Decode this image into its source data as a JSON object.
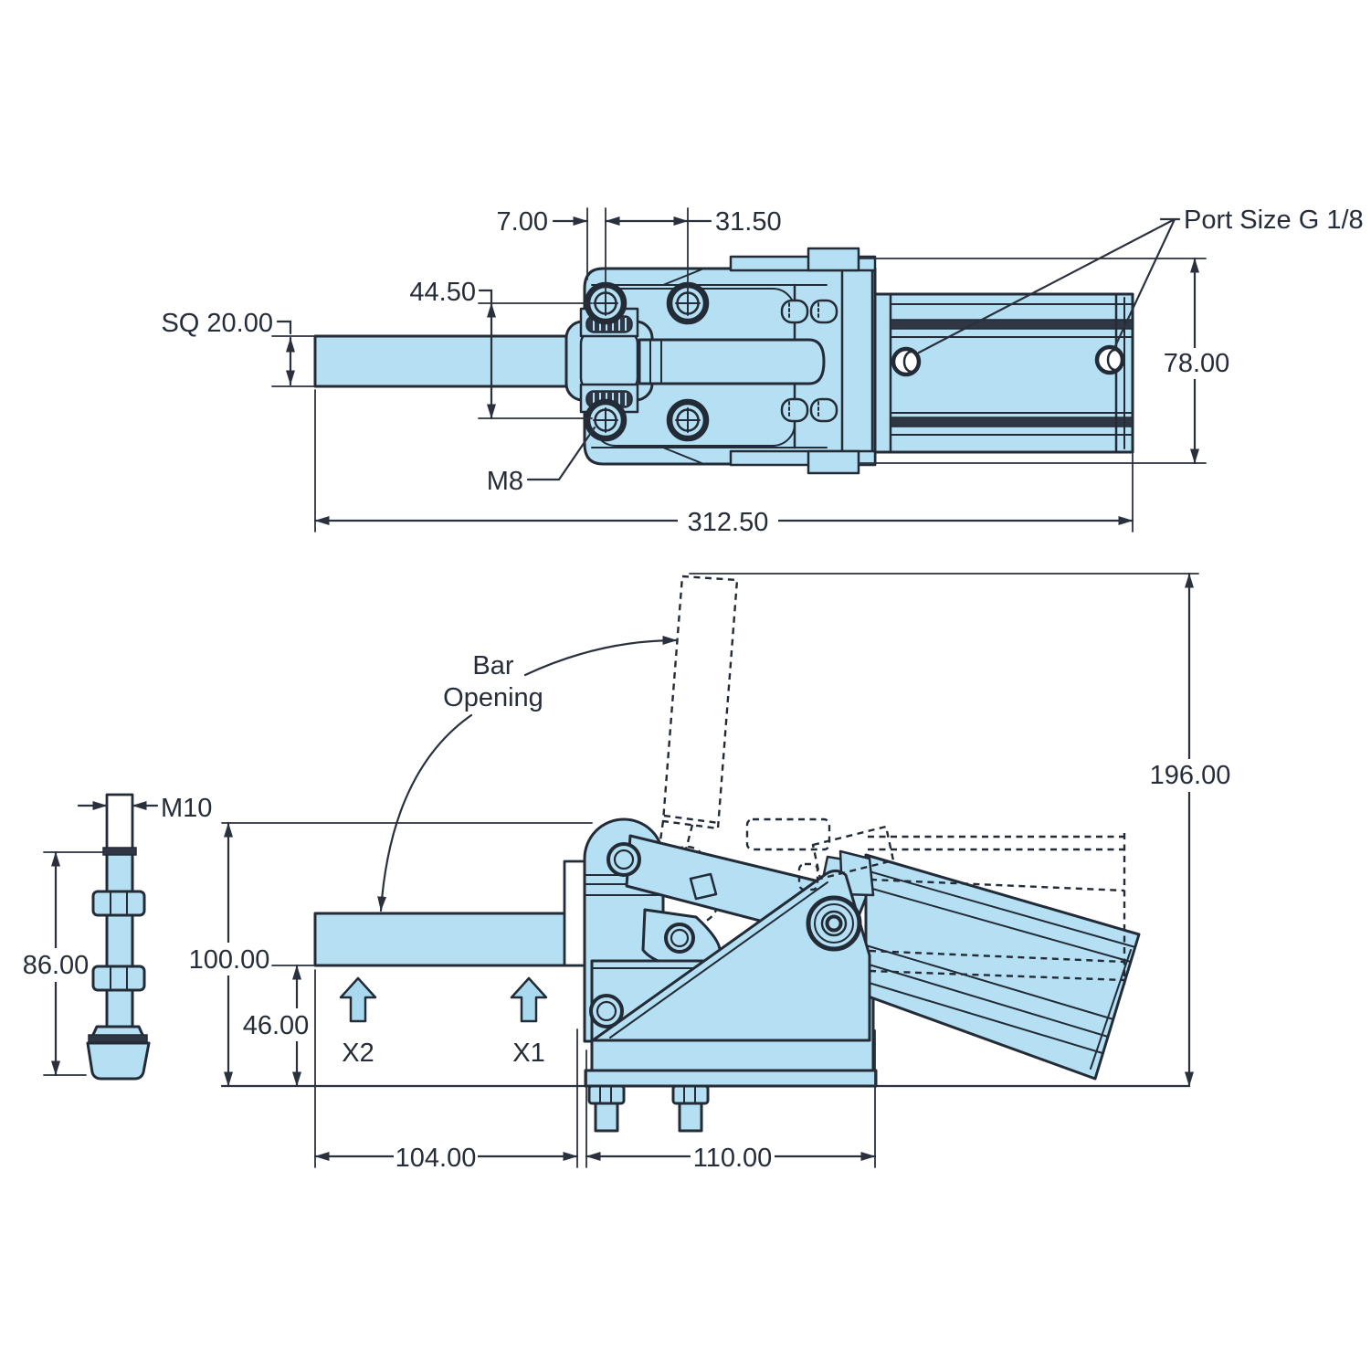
{
  "drawing": {
    "description": "Dimensioned engineering drawing of a pneumatic hold-down toggle clamp with horizontal bar, shown in top view, side view with open bar position, and clamping spindle detail",
    "colors": {
      "part_fill": "#b5e0f3",
      "outline": "#232b36",
      "dimension": "#2a313c",
      "dark_detail": "#2e3743",
      "background": "#ffffff"
    },
    "top_view": {
      "dim_7": "7.00",
      "dim_31_5": "31.50",
      "dim_44_5": "44.50",
      "dim_sq20": "SQ 20.00",
      "thread_m8": "M8",
      "dim_312_5": "312.50",
      "dim_78": "78.00",
      "port_label": "Port Size G 1/8"
    },
    "side_view": {
      "bar_opening_line1": "Bar",
      "bar_opening_line2": "Opening",
      "dim_196": "196.00",
      "dim_100": "100.00",
      "dim_46": "46.00",
      "dim_104": "104.00",
      "dim_110": "110.00",
      "sensor_x1": "X1",
      "sensor_x2": "X2"
    },
    "spindle_detail": {
      "thread_m10": "M10",
      "dim_86": "86.00"
    }
  }
}
